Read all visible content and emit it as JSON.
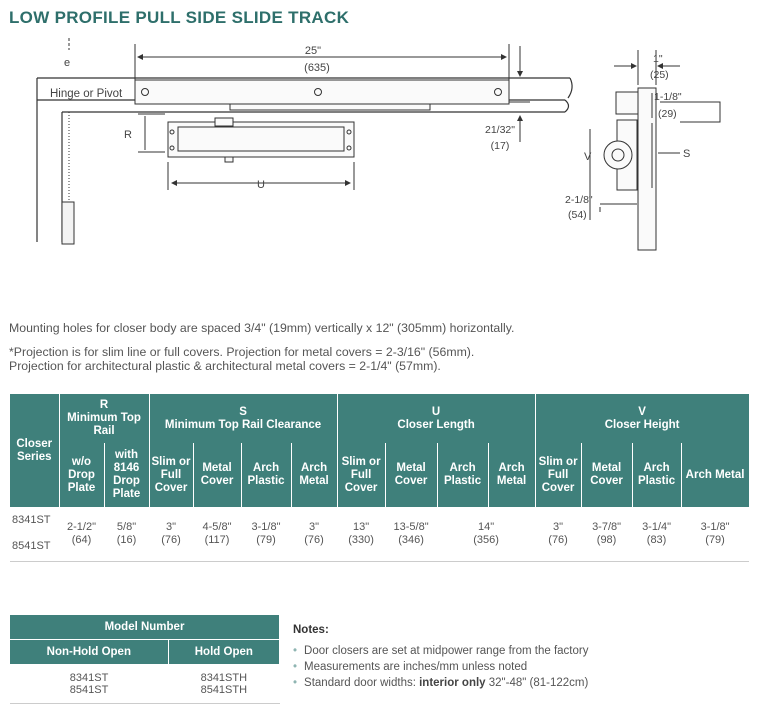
{
  "title": "LOW PROFILE PULL SIDE SLIDE TRACK",
  "drawing": {
    "hinge_label": "Hinge or Pivot",
    "dim_length": "25\"",
    "dim_length_mm": "(635)",
    "dim_r": "R",
    "dim_u": "U",
    "dim_track": "21/32\"",
    "dim_track_mm": "(17)",
    "dim_1": "1\"",
    "dim_1_mm": "(25)",
    "dim_1_1_8": "1-1/8\"",
    "dim_1_1_8_mm": "(29)",
    "dim_v": "V",
    "dim_s": "S",
    "dim_2_1_8": "2-1/8\"",
    "dim_2_1_8_mm": "(54)"
  },
  "text": {
    "mounting": "Mounting holes for closer body are spaced 3/4\" (19mm) vertically x 12\" (305mm) horizontally.",
    "projection_1": "*Projection is for slim line or full covers. Projection for metal covers = 2-3/16\" (56mm).",
    "projection_2": "Projection for architectural plastic & architectural metal covers = 2-1/4\" (57mm)."
  },
  "spec_table": {
    "closer_series": "Closer Series",
    "group_r": "R",
    "group_r_sub": "Minimum Top Rail",
    "group_s": "S",
    "group_s_sub": "Minimum Top Rail Clearance",
    "group_u": "U",
    "group_u_sub": "Closer Length",
    "group_v": "V",
    "group_v_sub": "Closer Height",
    "r_cols": [
      "w/o Drop Plate",
      "with 8146 Drop Plate"
    ],
    "s_cols": [
      "Slim or Full Cover",
      "Metal Cover",
      "Arch Plastic",
      "Arch Metal"
    ],
    "u_cols": [
      "Slim or Full Cover",
      "Metal Cover",
      "Arch Plastic",
      "Arch Metal"
    ],
    "v_cols": [
      "Slim or Full Cover",
      "Metal Cover",
      "Arch Plastic",
      "Arch Metal"
    ],
    "series": [
      "8341ST",
      "8541ST"
    ],
    "r_values": [
      [
        "2-1/2\"",
        "(64)"
      ],
      [
        "5/8\"",
        "(16)"
      ]
    ],
    "s_values": [
      [
        "3\"",
        "(76)"
      ],
      [
        "4-5/8\"",
        "(117)"
      ],
      [
        "3-1/8\"",
        "(79)"
      ],
      [
        "3\"",
        "(76)"
      ]
    ],
    "u_values": [
      [
        "13\"",
        "(330)"
      ],
      [
        "13-5/8\"",
        "(346)"
      ],
      [
        "14\"",
        "(356)"
      ]
    ],
    "v_values": [
      [
        "3\"",
        "(76)"
      ],
      [
        "3-7/8\"",
        "(98)"
      ],
      [
        "3-1/4\"",
        "(83)"
      ],
      [
        "3-1/8\"",
        "(79)"
      ]
    ]
  },
  "model_table": {
    "header": "Model Number",
    "col_non_hold": "Non-Hold Open",
    "col_hold": "Hold Open",
    "non_hold": [
      "8341ST",
      "8541ST"
    ],
    "hold": [
      "8341STH",
      "8541STH"
    ]
  },
  "notes": {
    "title": "Notes:",
    "items": [
      "Door closers are set at midpower range from the factory",
      "Measurements are inches/mm unless noted"
    ],
    "widths_prefix": "Standard door widths: ",
    "widths_bold": "interior only",
    "widths_suffix": " 32\"-48\" (81-122cm)"
  },
  "colors": {
    "teal": "#3f807b",
    "title": "#2e6f6b"
  }
}
